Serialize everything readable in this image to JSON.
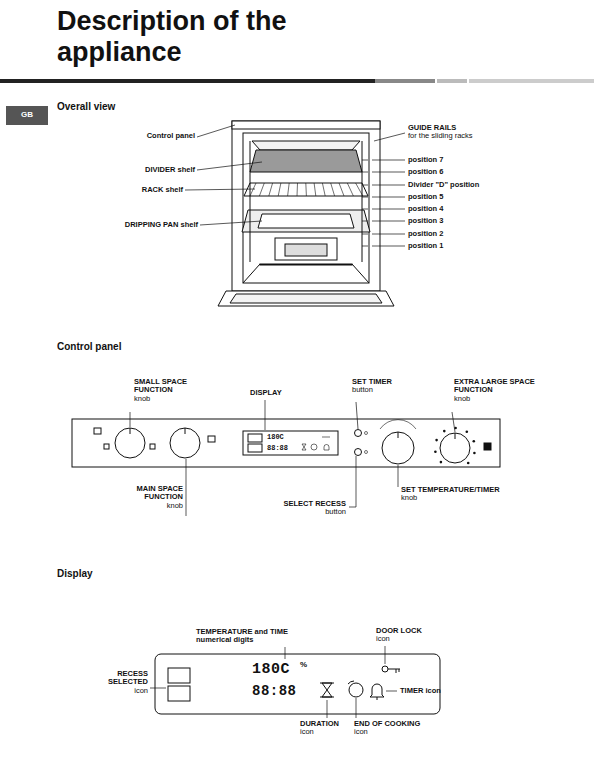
{
  "diagram": {
    "title": "Description of the appliance",
    "nodes": [
      {
        "text": [
          "GB"
        ]
      }
    ],
    "labels": [
      "Overall view",
      "Control panel",
      "DIVIDER shelf",
      "RACK shelf",
      "DRIPPING PAN shelf",
      "GUIDE RAILS",
      "for the sliding racks",
      "position 7",
      "position 6",
      "Divider \"D\" position",
      "position 5",
      "position 4",
      "position 3",
      "position 2",
      "position 1",
      "Control panel",
      "SMALL SPACE FUNCTION",
      "knob",
      "DISPLAY",
      "SET TIMER",
      "button",
      "EXTRA LARGE SPACE FUNCTION",
      "knob",
      "MAIN SPACE FUNCTION",
      "knob",
      "SELECT RECESS",
      "button",
      "SET TEMPERATURE/TIMER",
      "knob",
      "180C",
      "88:88",
      "Display",
      "TEMPERATURE and TIME numerical digits",
      "DOOR LOCK",
      "icon",
      "RECESS SELECTED",
      "icon",
      "TIMER icon",
      "DURATION",
      "icon",
      "END OF COOKING",
      "icon",
      "180C",
      "%",
      "88:88"
    ]
  }
}
